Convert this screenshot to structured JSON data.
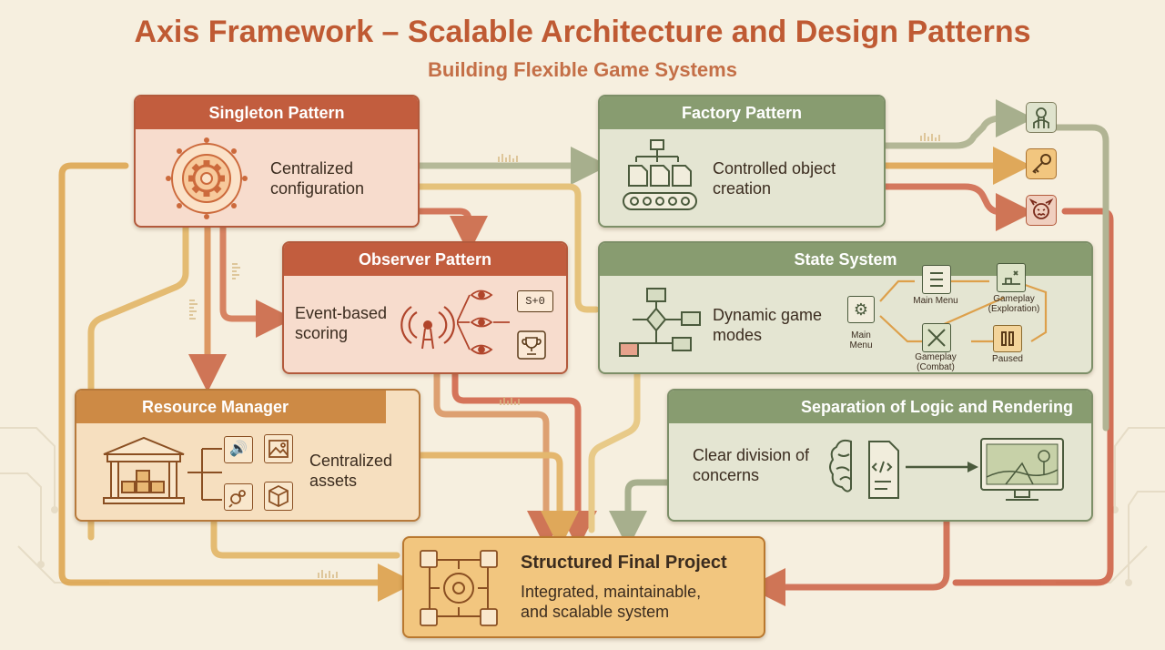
{
  "header": {
    "title": "Axis Framework – Scalable Architecture and Design Patterns",
    "subtitle": "Building Flexible Game Systems"
  },
  "singleton": {
    "title": "Singleton Pattern",
    "text": "Centralized configuration"
  },
  "factory": {
    "title": "Factory Pattern",
    "text": "Controlled object creation"
  },
  "observer": {
    "title": "Observer Pattern",
    "text": "Event-based scoring"
  },
  "state_system": {
    "title": "State System",
    "text": "Dynamic game modes",
    "states": {
      "main_menu_left": "Main Menu",
      "main_menu": "Main Menu",
      "gameplay_exploration": "Gameplay (Exploration)",
      "gameplay_combat": "Gameplay (Combat)",
      "paused": "Paused"
    }
  },
  "resource_manager": {
    "title": "Resource Manager",
    "text": "Centralized assets"
  },
  "separation": {
    "title": "Separation of Logic and Rendering",
    "text": "Clear division of concerns"
  },
  "final": {
    "title": "Structured Final Project",
    "text": "Integrated, maintainable, and scalable system"
  },
  "observer_score": "S+0",
  "factory_outputs": [
    "character-icon",
    "key-icon",
    "monster-icon"
  ],
  "colors": {
    "red": "#c25d3e",
    "green": "#889c70",
    "orange": "#cd8a45",
    "final": "#f2c67f",
    "title": "#bf5a33"
  }
}
